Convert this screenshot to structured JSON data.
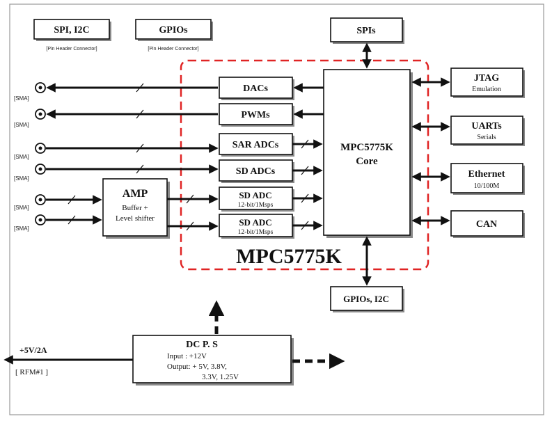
{
  "headers": {
    "spi_i2c": "SPI, I2C",
    "gpios": "GPIOs",
    "spi_i2c_note": "[Pin Header Connector]",
    "gpios_note": "[Pin Header Connector]"
  },
  "sma_label": "[SMA]",
  "blocks": {
    "dacs": "DACs",
    "pwms": "PWMs",
    "sar_adcs": "SAR ADCs",
    "sd_adcs": "SD ADCs",
    "sd_adc_1": "SD ADC",
    "sd_adc_1_sub": "12-bit/1Msps",
    "sd_adc_2": "SD ADC",
    "sd_adc_2_sub": "12-bit/1Msps",
    "amp_title": "AMP",
    "amp_line1": "Buffer +",
    "amp_line2": "Level shifter",
    "core_line1": "MPC5775K",
    "core_line2": "Core",
    "spis": "SPIs",
    "gpios_i2c": "GPIOs, I2C",
    "jtag": "JTAG",
    "jtag_sub": "Emulation",
    "uarts": "UARTs",
    "uarts_sub": "Serials",
    "ethernet": "Ethernet",
    "ethernet_sub": "10/100M",
    "can": "CAN"
  },
  "chip_label": "MPC5775K",
  "power": {
    "title": "DC P. S",
    "input": "Input : +12V",
    "output_line1": "Output: + 5V, 3.8V,",
    "output_line2": "3.3V, 1.25V",
    "supply": "+5V/2A",
    "connector": "[ RFM#1 ]"
  },
  "colors": {
    "boundary": "#e02424",
    "line": "#111111"
  }
}
